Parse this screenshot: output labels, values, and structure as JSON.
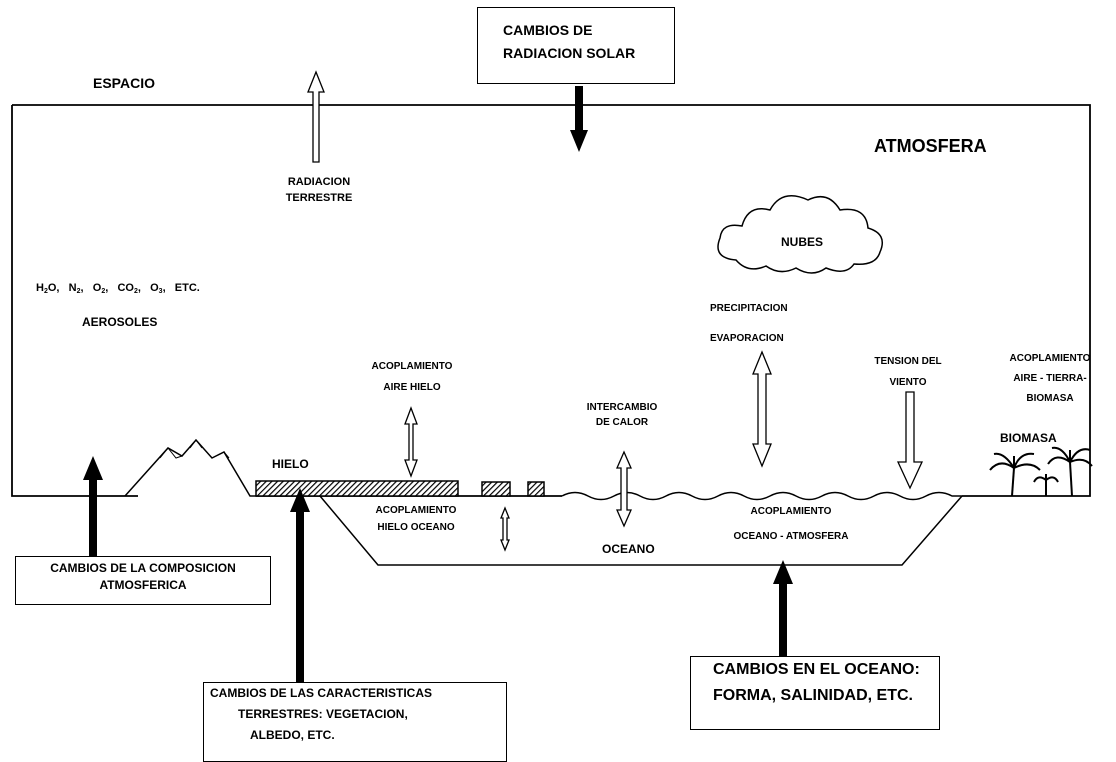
{
  "labels": {
    "espacio": "ESPACIO",
    "atmosfera": "ATMOSFERA",
    "radiacion_terrestre": [
      "RADIACION",
      "TERRESTRE"
    ],
    "nubes": "NUBES",
    "gases": [
      "H",
      "2",
      "O,",
      "N",
      "2",
      ",",
      "O",
      "2",
      ",",
      "CO",
      "2",
      ",",
      "O",
      "3",
      ",",
      "ETC."
    ],
    "aerosoles": "AEROSOLES",
    "acoplamiento_aire_hielo": [
      "ACOPLAMIENTO",
      "AIRE HIELO"
    ],
    "intercambio_calor": [
      "INTERCAMBIO",
      "DE CALOR"
    ],
    "precipitacion": "PRECIPITACION",
    "evaporacion": "EVAPORACION",
    "tension_viento": [
      "TENSION DEL",
      "VIENTO"
    ],
    "acoplamiento_aire_tierra": [
      "ACOPLAMIENTO",
      "AIRE - TIERRA-",
      "BIOMASA"
    ],
    "biomasa": "BIOMASA",
    "hielo": "HIELO",
    "acoplamiento_hielo_oceano": [
      "ACOPLAMIENTO",
      "HIELO OCEANO"
    ],
    "oceano": "OCEANO",
    "acoplamiento_oceano_atmosfera": [
      "ACOPLAMIENTO",
      "OCEANO - ATMOSFERA"
    ]
  },
  "boxes": {
    "radiacion_solar": [
      "CAMBIOS DE",
      "RADIACION SOLAR"
    ],
    "composicion": [
      "CAMBIOS DE LA COMPOSICION",
      "ATMOSFERICA"
    ],
    "caracteristicas": [
      "CAMBIOS DE LAS CARACTERISTICAS",
      "TERRESTRES:  VEGETACION,",
      "ALBEDO, ETC."
    ],
    "oceano": [
      "CAMBIOS EN EL OCEANO:",
      "FORMA, SALINIDAD, ETC."
    ]
  }
}
